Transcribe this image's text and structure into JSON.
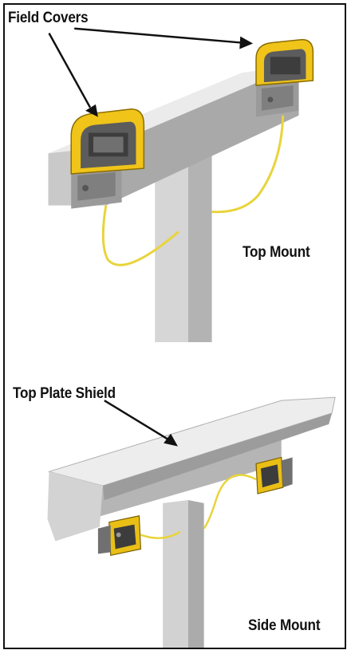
{
  "labels": {
    "field_covers": "Field Covers",
    "top_mount": "Top Mount",
    "top_plate_shield": "Top Plate Shield",
    "side_mount": "Side Mount"
  },
  "colors": {
    "sensor_yellow": "#f0c419",
    "metal_light": "#e2e2e2",
    "metal_mid": "#bdbdbd",
    "metal_dark": "#8e8e8e",
    "cable": "#e8d43a",
    "outline": "#111111"
  }
}
